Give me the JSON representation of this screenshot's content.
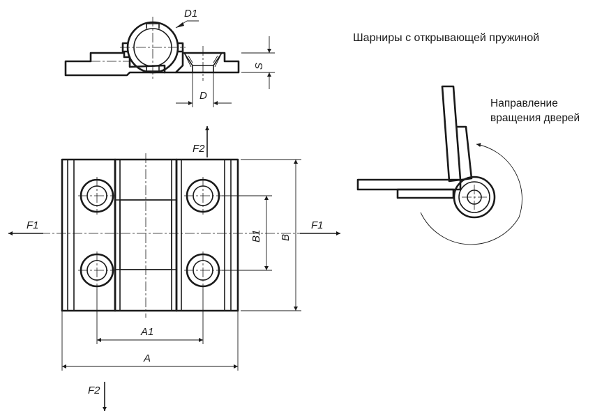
{
  "title": "Шарниры с открывающей пружиной",
  "rotation_label": {
    "line1": "Направление",
    "line2": "вращения дверей"
  },
  "dimensions": {
    "d1": "D1",
    "s": "S",
    "d": "D",
    "b": "B",
    "b1": "B1",
    "a": "A",
    "a1": "A1",
    "f1": "F1",
    "f2": "F2"
  }
}
